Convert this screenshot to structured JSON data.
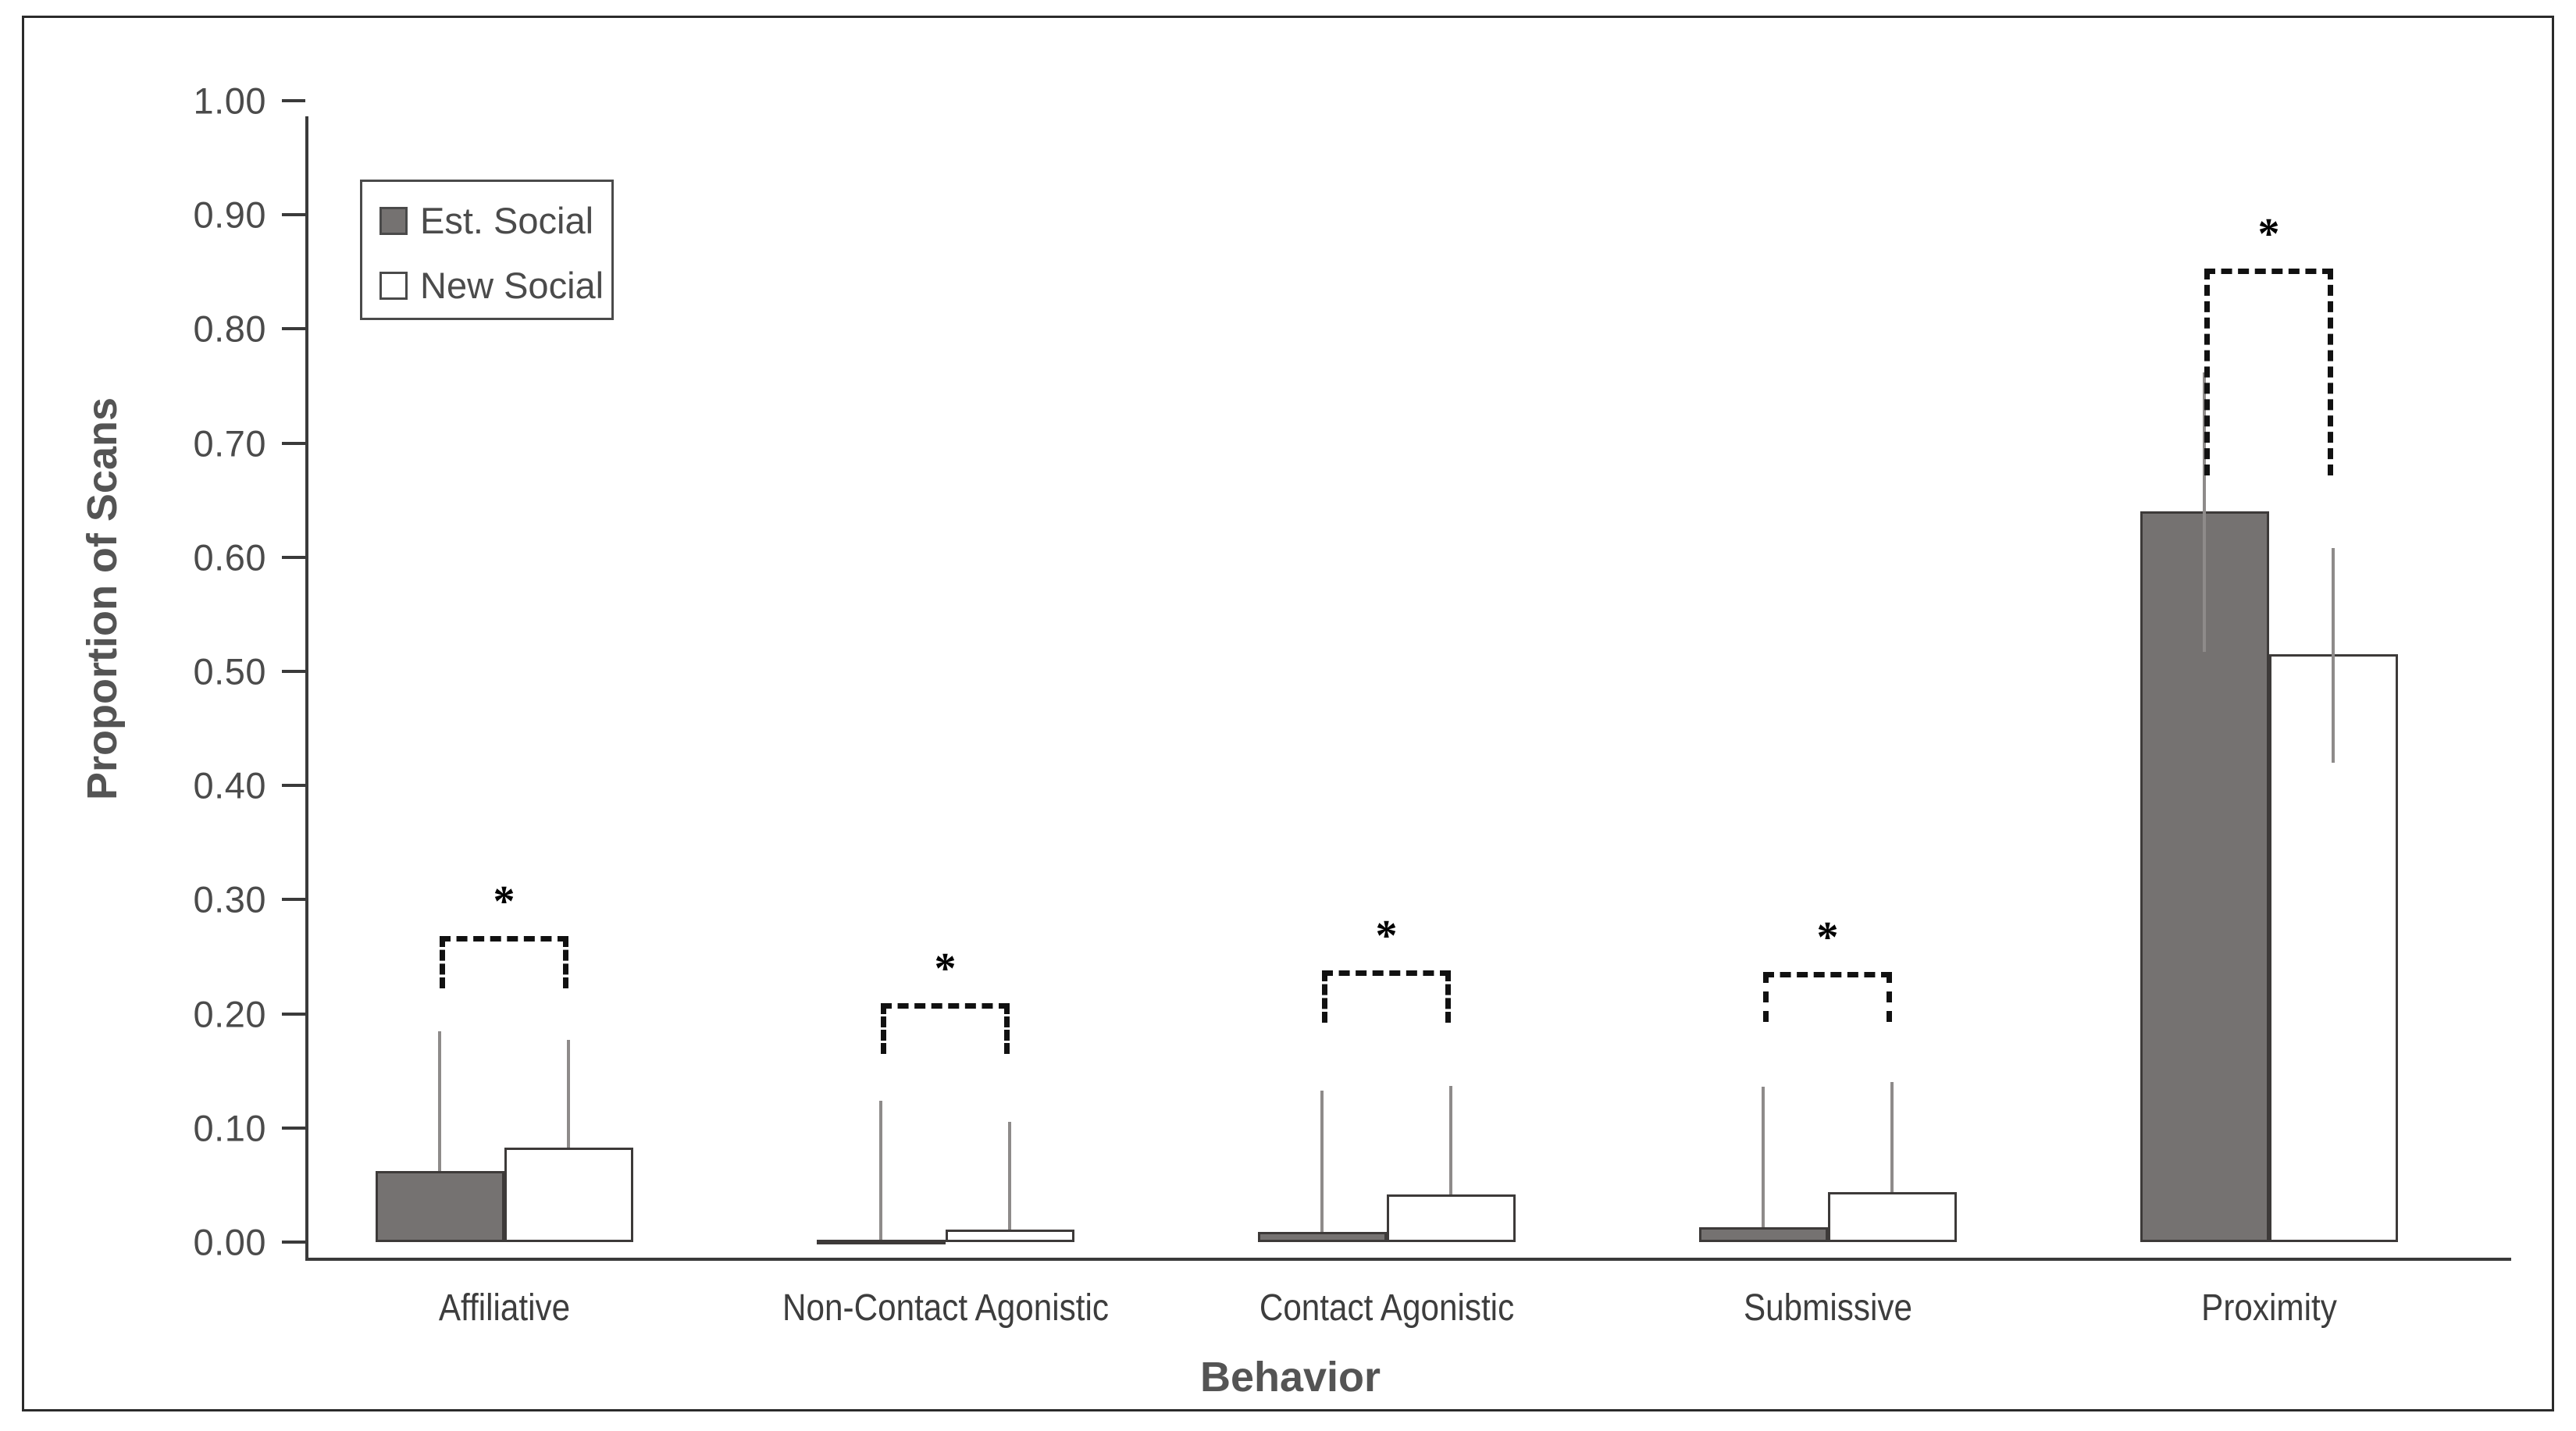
{
  "chart_data": {
    "type": "bar",
    "title": "",
    "xlabel": "Behavior",
    "ylabel": "Proportion of Scans",
    "ylim": [
      0.0,
      1.0
    ],
    "ytick_labels": [
      "1.00",
      "0.90",
      "0.80",
      "0.70",
      "0.60",
      "0.50",
      "0.40",
      "0.30",
      "0.20",
      "0.10",
      "0.00"
    ],
    "ytick_values": [
      1.0,
      0.9,
      0.8,
      0.7,
      0.6,
      0.5,
      0.4,
      0.3,
      0.2,
      0.1,
      0.0
    ],
    "grid": false,
    "legend_position": "top-left",
    "categories": [
      "Affiliative",
      "Non-Contact Agonistic",
      "Contact Agonistic",
      "Submissive",
      "Proximity"
    ],
    "series": [
      {
        "name": "Est. Social",
        "color": "#757271",
        "values": [
          0.062,
          0.002,
          0.009,
          0.013,
          0.64
        ],
        "error_upper": [
          0.185,
          0.124,
          0.133,
          0.136,
          0.762
        ],
        "error_lower": [
          0.062,
          0.002,
          0.009,
          0.013,
          0.517
        ]
      },
      {
        "name": "New Social",
        "color": "#ffffff",
        "values": [
          0.083,
          0.011,
          0.042,
          0.044,
          0.515
        ],
        "error_upper": [
          0.177,
          0.105,
          0.137,
          0.14,
          0.608
        ],
        "error_lower": [
          0.083,
          0.011,
          0.042,
          0.044,
          0.42
        ]
      }
    ],
    "annotations": [
      {
        "category": "Affiliative",
        "symbol": "*",
        "bracket_top": 0.268,
        "bracket_bottom": 0.222
      },
      {
        "category": "Non-Contact Agonistic",
        "symbol": "*",
        "bracket_top": 0.209,
        "bracket_bottom": 0.165
      },
      {
        "category": "Contact Agonistic",
        "symbol": "*",
        "bracket_top": 0.238,
        "bracket_bottom": 0.192
      },
      {
        "category": "Submissive",
        "symbol": "*",
        "bracket_top": 0.237,
        "bracket_bottom": 0.193
      },
      {
        "category": "Proximity",
        "symbol": "*",
        "bracket_top": 0.853,
        "bracket_bottom": 0.672
      }
    ]
  },
  "legend": {
    "items": [
      {
        "label": "Est. Social",
        "swatch": "filled-gray-square-icon"
      },
      {
        "label": "New Social",
        "swatch": "outlined-white-square-icon"
      }
    ]
  }
}
